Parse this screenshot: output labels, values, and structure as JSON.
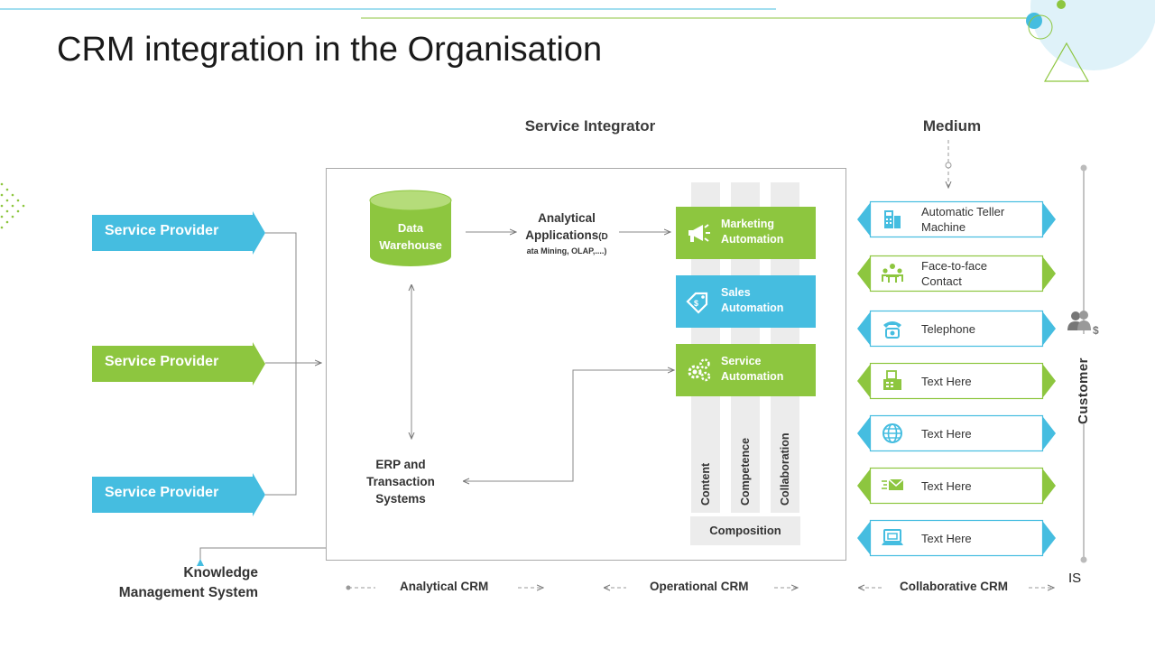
{
  "title": "CRM integration in the Organisation",
  "headers": {
    "service_integrator": "Service Integrator",
    "medium": "Medium"
  },
  "service_providers": [
    "Service Provider",
    "Service Provider",
    "Service Provider"
  ],
  "data_warehouse": {
    "line1": "Data",
    "line2": "Warehouse"
  },
  "analytical_apps": {
    "line1": "Analytical",
    "line2_main": "Applications",
    "line2_suffix": "(D",
    "line3": "ata Mining, OLAP,....)"
  },
  "erp": {
    "line1": "ERP and",
    "line2": "Transaction",
    "line3": "Systems"
  },
  "automation": [
    {
      "line1": "Marketing",
      "line2": "Automation",
      "icon": "megaphone-icon",
      "color": "#8dc63f"
    },
    {
      "line1": "Sales",
      "line2": "Automation",
      "icon": "price-tag-icon",
      "color": "#45bde0"
    },
    {
      "line1": "Service",
      "line2": "Automation",
      "icon": "gears-icon",
      "color": "#8dc63f"
    }
  ],
  "columns": [
    "Content",
    "Competence",
    "Collaboration"
  ],
  "composition": "Composition",
  "media": [
    {
      "line1": "Automatic Teller",
      "line2": "Machine",
      "icon": "atm-icon",
      "color": "#45bde0"
    },
    {
      "line1": "Face-to-face",
      "line2": "Contact",
      "icon": "meeting-icon",
      "color": "#8dc63f"
    },
    {
      "line1": "Telephone",
      "line2": "",
      "icon": "telephone-icon",
      "color": "#45bde0"
    },
    {
      "line1": "Text Here",
      "line2": "",
      "icon": "fax-icon",
      "color": "#8dc63f"
    },
    {
      "line1": "Text Here",
      "line2": "",
      "icon": "globe-icon",
      "color": "#45bde0"
    },
    {
      "line1": "Text Here",
      "line2": "",
      "icon": "email-icon",
      "color": "#8dc63f"
    },
    {
      "line1": "Text Here",
      "line2": "",
      "icon": "laptop-icon",
      "color": "#45bde0"
    }
  ],
  "customer": "Customer",
  "is_label": "IS",
  "knowledge": {
    "line1": "Knowledge",
    "line2": "Management System"
  },
  "flows": {
    "analytical": "Analytical CRM",
    "operational": "Operational CRM",
    "collaborative": "Collaborative CRM"
  },
  "colors": {
    "blue": "#45bde0",
    "green": "#8dc63f",
    "border": "#aaaaaa"
  }
}
